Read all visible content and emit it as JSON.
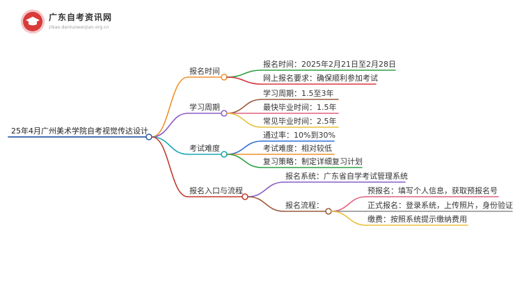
{
  "logo": {
    "title": "广东自考资讯网",
    "subtitle": "zikao.danluowanjian.org.cn"
  },
  "mindmap": {
    "root": "25年4月广州美术学院自考视觉传达设计",
    "branches": [
      {
        "label": "报名时间",
        "color": "#f0902a",
        "children": [
          {
            "label": "报名时间：2025年2月21日至2月28日",
            "color": "#2ea043"
          },
          {
            "label": "网上报名要求：确保顺利参加考试",
            "color": "#d9363e"
          }
        ]
      },
      {
        "label": "学习周期",
        "color": "#8b5cc7",
        "children": [
          {
            "label": "学习周期：1.5至3年",
            "color": "#9a5a3c"
          },
          {
            "label": "最快毕业时间：1.5年",
            "color": "#e0607e"
          },
          {
            "label": "常见毕业时间：2.5年",
            "color": "#e8c13a"
          }
        ]
      },
      {
        "label": "考试难度",
        "color": "#1aa6b7",
        "children": [
          {
            "label": "通过率：10%到30%",
            "color": "#2f6fd6"
          },
          {
            "label": "考试难度：相对较低",
            "color": "#f0902a"
          },
          {
            "label": "复习策略：制定详细复习计划",
            "color": "#2ea043"
          }
        ]
      },
      {
        "label": "报名入口与流程",
        "color": "#c0392b",
        "children": [
          {
            "label": "报名系统：广东省自学考试管理系统",
            "color": "#8b5cc7"
          },
          {
            "label": "报名流程：",
            "color": "#9a5a3c",
            "children": [
              {
                "label": "预报名：填写个人信息，获取预报名号",
                "color": "#e0607e"
              },
              {
                "label": "正式报名：登录系统，上传照片，身份验证",
                "color": "#8c8c8c"
              },
              {
                "label": "缴费：按照系统提示缴纳费用",
                "color": "#e8c13a"
              }
            ]
          }
        ]
      }
    ]
  }
}
